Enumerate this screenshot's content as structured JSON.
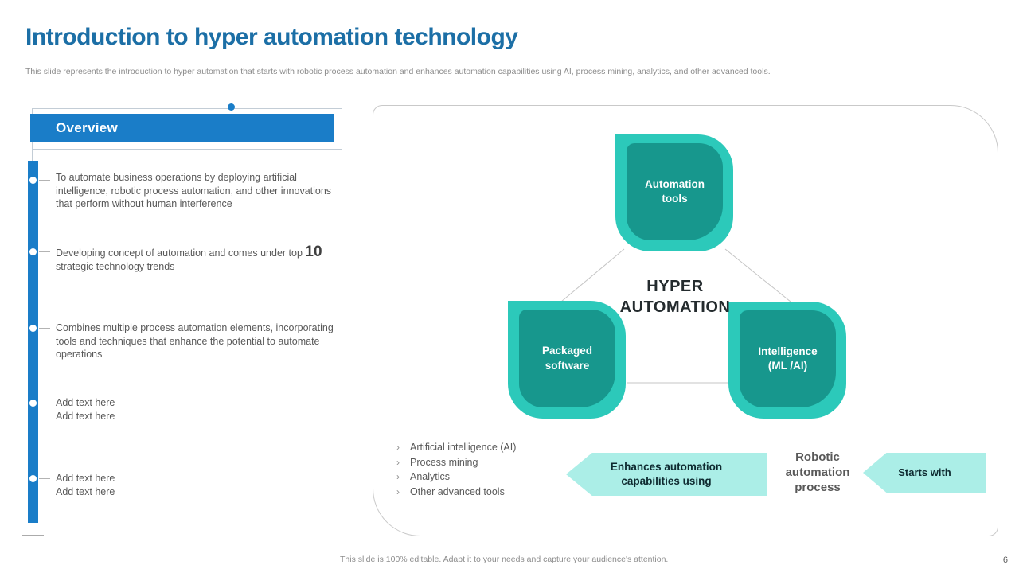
{
  "colors": {
    "title_blue": "#1C6FA6",
    "accent_blue": "#1A7DC8",
    "teal_outer": "#2CC9BA",
    "teal_inner": "#17978D",
    "arrow_fill": "#ABEEE7",
    "body_gray": "#595959"
  },
  "header": {
    "title": "Introduction to hyper automation technology",
    "subtitle": "This slide represents the introduction to hyper automation that starts with robotic process automation and enhances automation capabilities using AI, process mining, analytics, and other advanced tools."
  },
  "overview": {
    "heading": "Overview",
    "bullet1": "To automate business operations by deploying artificial intelligence, robotic process automation, and other innovations that perform without human interference",
    "bullet2_pre": "Developing concept of automation and comes under top ",
    "bullet2_num": "10",
    "bullet2_post": " strategic technology trends",
    "bullet3": "Combines multiple process automation elements, incorporating tools and techniques that enhance the potential to automate operations",
    "bullet4": "Add text here\nAdd text here",
    "bullet5": "Add text here\nAdd text here"
  },
  "diagram": {
    "center_label": "HYPER\nAUTOMATION",
    "node_top": "Automation\ntools",
    "node_left": "Packaged\nsoftware",
    "node_right": "Intelligence\n(ML /AI)",
    "chevron": "›",
    "capabilities": [
      "Artificial intelligence (AI)",
      "Process mining",
      "Analytics",
      "Other advanced tools"
    ],
    "arrow_enhances": "Enhances automation\ncapabilities using",
    "middle_label": "Robotic\nautomation\nprocess",
    "arrow_starts": "Starts with"
  },
  "footer": {
    "note": "This slide is 100% editable.  Adapt it to your needs and capture your audience's attention.",
    "page_number": "6"
  }
}
